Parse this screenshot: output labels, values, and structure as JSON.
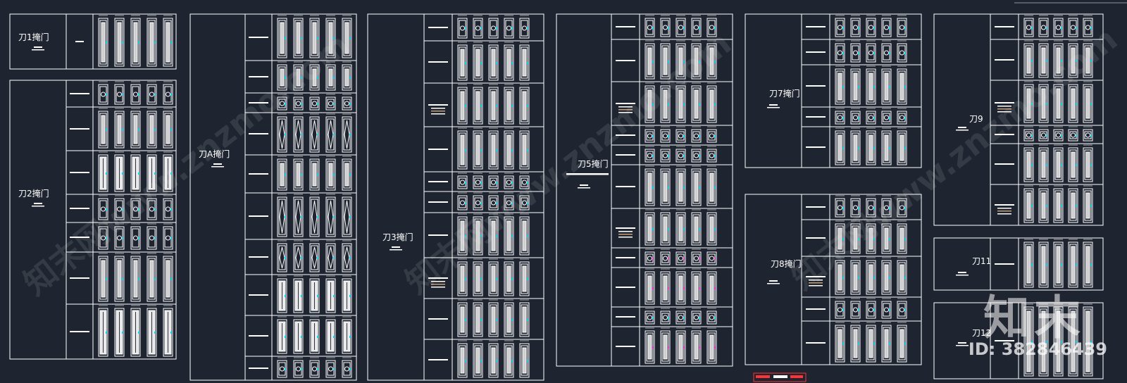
{
  "drawing": {
    "background_color": "#1f2530",
    "line_color": "#ffffff",
    "accent_colors": [
      "#00d8ff",
      "#ff33dd",
      "#ff3333"
    ]
  },
  "panels": [
    {
      "key": "p1",
      "label": "刀1掩门"
    },
    {
      "key": "p2",
      "label": "刀2掩门"
    },
    {
      "key": "pA",
      "label": "刀A掩门"
    },
    {
      "key": "p3",
      "label": "刀3掩门"
    },
    {
      "key": "p5",
      "label": "刀5掩门"
    },
    {
      "key": "p7",
      "label": "刀7掩门"
    },
    {
      "key": "p8",
      "label": "刀8掩门"
    },
    {
      "key": "p9",
      "label": "刀9"
    },
    {
      "key": "p11",
      "label": "刀11"
    },
    {
      "key": "p12",
      "label": "刀12"
    }
  ],
  "watermark": {
    "site": "知末网www.znzmo.com",
    "logo": "知末",
    "id": "ID: 382846439"
  }
}
